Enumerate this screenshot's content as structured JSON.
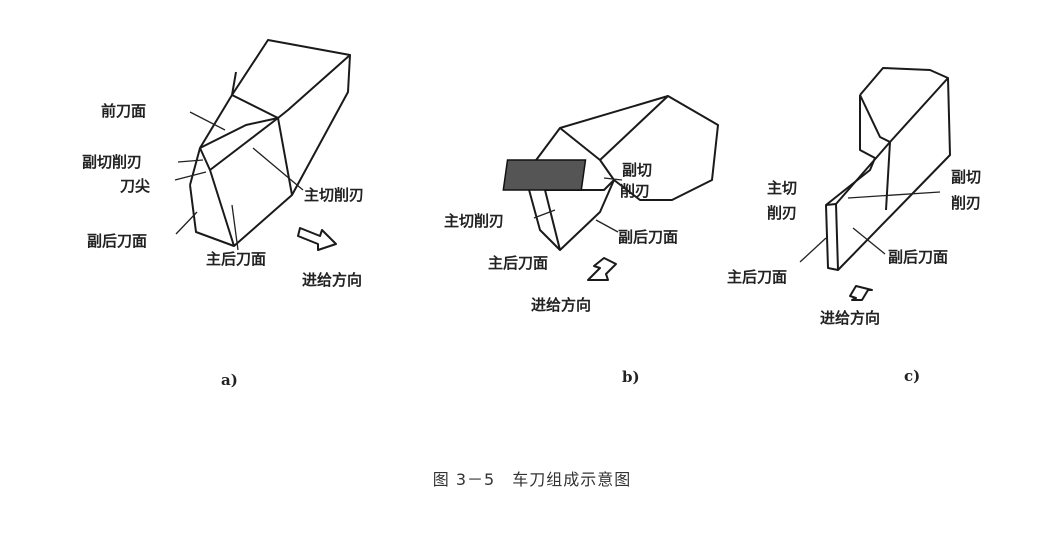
{
  "figures": {
    "a": {
      "tag": "a)",
      "labels": {
        "rake_face": "前刀面",
        "minor_cutting_edge": "副切削刃",
        "tool_tip": "刀尖",
        "major_cutting_edge": "主切削刃",
        "minor_flank": "副后刀面",
        "major_flank": "主后刀面",
        "feed_direction": "进给方向"
      }
    },
    "b": {
      "tag": "b)",
      "labels": {
        "minor_cutting_edge_1": "副切",
        "minor_cutting_edge_2": "削刃",
        "major_cutting_edge": "主切削刃",
        "minor_flank": "副后刀面",
        "major_flank": "主后刀面",
        "feed_direction": "进给方向"
      }
    },
    "c": {
      "tag": "c)",
      "labels": {
        "major_cutting_edge_1": "主切",
        "major_cutting_edge_2": "削刃",
        "minor_cutting_edge_1": "副切",
        "minor_cutting_edge_2": "削刃",
        "minor_flank": "副后刀面",
        "major_flank": "主后刀面",
        "feed_direction": "进给方向"
      }
    }
  },
  "caption": "图 3－5　车刀组成示意图"
}
